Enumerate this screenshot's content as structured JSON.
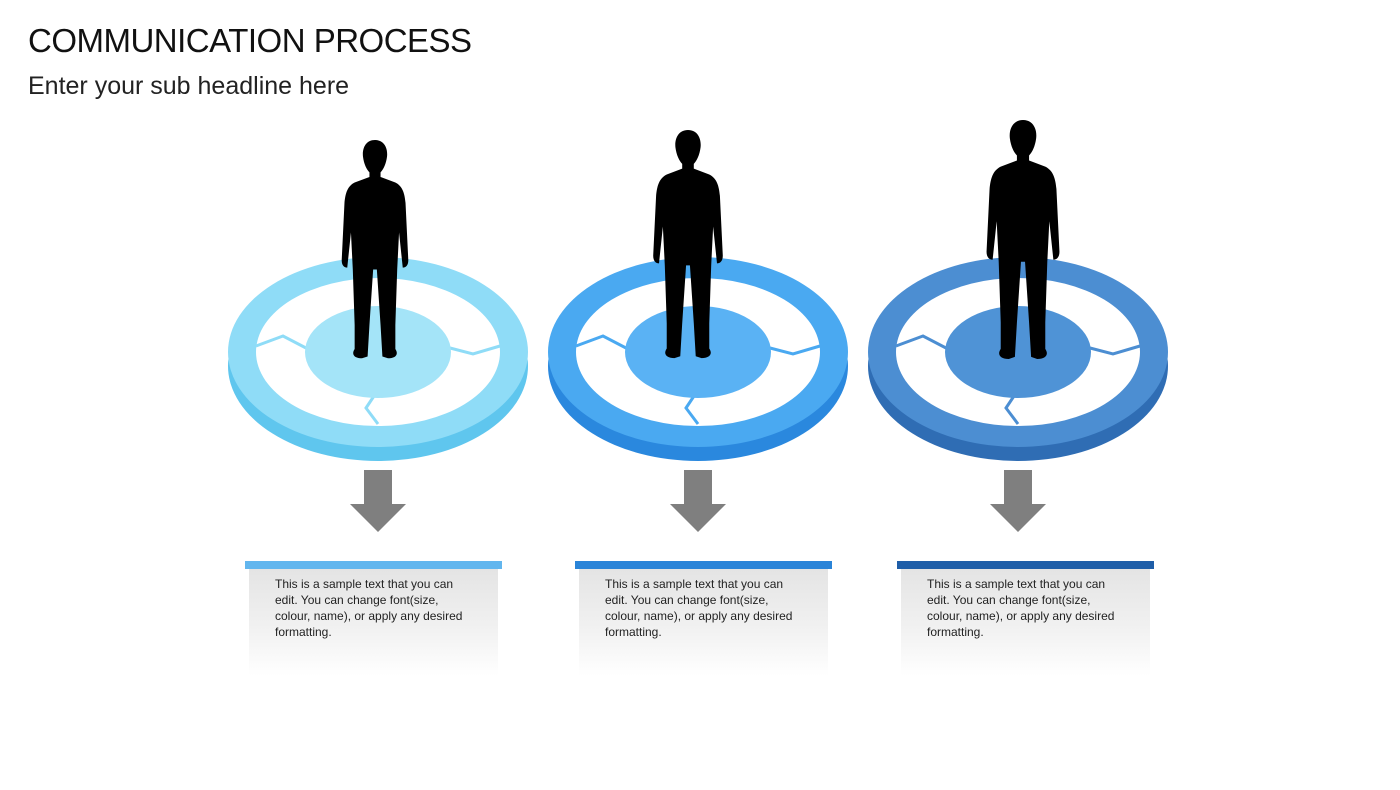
{
  "slide": {
    "title": "COMMUNICATION PROCESS",
    "subtitle": "Enter your sub headline here"
  },
  "steps": [
    {
      "icon": "businessman-with-briefcase-icon",
      "ring_color": "#8fdcf7",
      "ring_dark": "#5fc6ee",
      "inner_color": "#a4e4f8",
      "bar_color": "#62b6ee",
      "text": "This is a sample text that you can edit. You can change font(size, colour, name), or apply any desired formatting."
    },
    {
      "icon": "businessman-hands-in-pockets-icon",
      "ring_color": "#4aa9f1",
      "ring_dark": "#2a88de",
      "inner_color": "#5ab2f4",
      "bar_color": "#2a84d8",
      "text": "This is a sample text that you can edit. You can change font(size, colour, name), or apply any desired formatting."
    },
    {
      "icon": "businessman-standing-icon",
      "ring_color": "#4c8ed2",
      "ring_dark": "#2f6db4",
      "inner_color": "#4f93d6",
      "bar_color": "#1f5ea8",
      "text": "This is a sample text that you can edit. You can change font(size, colour, name), or apply any desired formatting."
    }
  ],
  "colors": {
    "arrow": "#7f7f7f",
    "connector": "#bfdff2"
  }
}
